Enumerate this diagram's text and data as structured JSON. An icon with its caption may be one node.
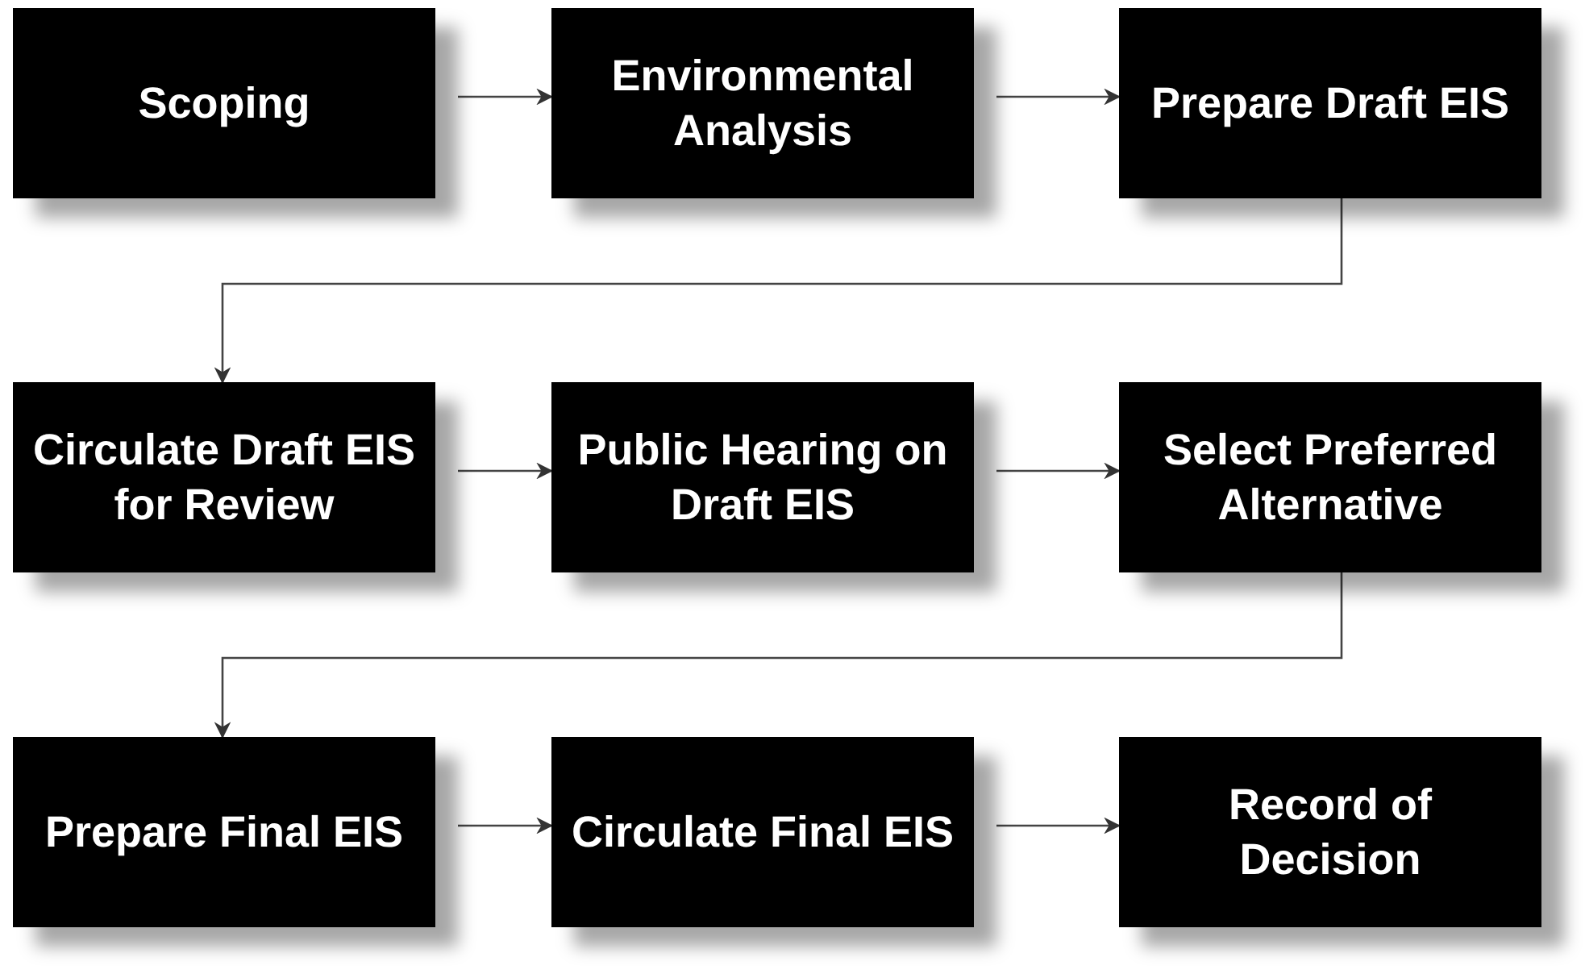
{
  "diagram": {
    "nodes": [
      {
        "text": [
          "Scoping"
        ]
      },
      {
        "text": [
          "Environmental Analysis"
        ]
      },
      {
        "text": [
          "Prepare Draft EIS"
        ]
      },
      {
        "text": [
          "Circulate Draft EIS for Review"
        ]
      },
      {
        "text": [
          "Public Hearing on Draft EIS"
        ]
      },
      {
        "text": [
          "Select Preferred Alternative"
        ]
      },
      {
        "text": [
          "Prepare Final EIS"
        ]
      },
      {
        "text": [
          "Circulate Final EIS"
        ]
      },
      {
        "text": [
          "Record of Decision"
        ]
      }
    ],
    "edges": [
      {
        "from": 0,
        "to": 1,
        "arrow": "to"
      },
      {
        "from": 1,
        "to": 2,
        "arrow": "to"
      },
      {
        "from": 2,
        "to": 3,
        "arrow": "to"
      },
      {
        "from": 3,
        "to": 4,
        "arrow": "to"
      },
      {
        "from": 4,
        "to": 5,
        "arrow": "to"
      },
      {
        "from": 5,
        "to": 6,
        "arrow": "to"
      },
      {
        "from": 6,
        "to": 7,
        "arrow": "to"
      },
      {
        "from": 7,
        "to": 8,
        "arrow": "to"
      }
    ]
  }
}
